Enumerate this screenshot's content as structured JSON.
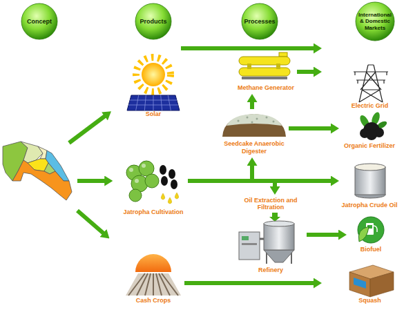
{
  "diagram": {
    "nodes": [
      {
        "text": [
          "Concept"
        ]
      },
      {
        "text": [
          "Products"
        ]
      },
      {
        "text": [
          "Processes"
        ]
      },
      {
        "text": [
          "International & Domestic Markets"
        ]
      },
      {
        "text": [
          "Solar"
        ]
      },
      {
        "text": [
          "Jatropha Cultivation"
        ]
      },
      {
        "text": [
          "Cash Crops"
        ]
      },
      {
        "text": [
          "Methane Generator"
        ]
      },
      {
        "text": [
          "Seedcake Anaerobic Digester"
        ]
      },
      {
        "text": [
          "Oil Extraction and Filtration",
          "Refinery"
        ]
      },
      {
        "text": [
          "Electric Grid"
        ]
      },
      {
        "text": [
          "Organic Fertilizer"
        ]
      },
      {
        "text": [
          "Jatropha Crude Oil"
        ]
      },
      {
        "text": [
          "Biofuel"
        ]
      },
      {
        "text": [
          "Squash"
        ]
      }
    ],
    "edges": [
      {
        "from": 4,
        "to": 10,
        "arrow": "to"
      },
      {
        "from": 5,
        "to": 8,
        "arrow": "to"
      },
      {
        "from": 8,
        "to": 7,
        "arrow": "to"
      },
      {
        "from": 7,
        "to": 10,
        "arrow": "to"
      },
      {
        "from": 8,
        "to": 11,
        "arrow": "to"
      },
      {
        "from": 5,
        "to": 12,
        "arrow": "to"
      },
      {
        "from": 5,
        "to": 9,
        "arrow": "to"
      },
      {
        "from": 9,
        "to": 13,
        "arrow": "to"
      },
      {
        "from": 6,
        "to": 14,
        "arrow": "to"
      }
    ]
  }
}
